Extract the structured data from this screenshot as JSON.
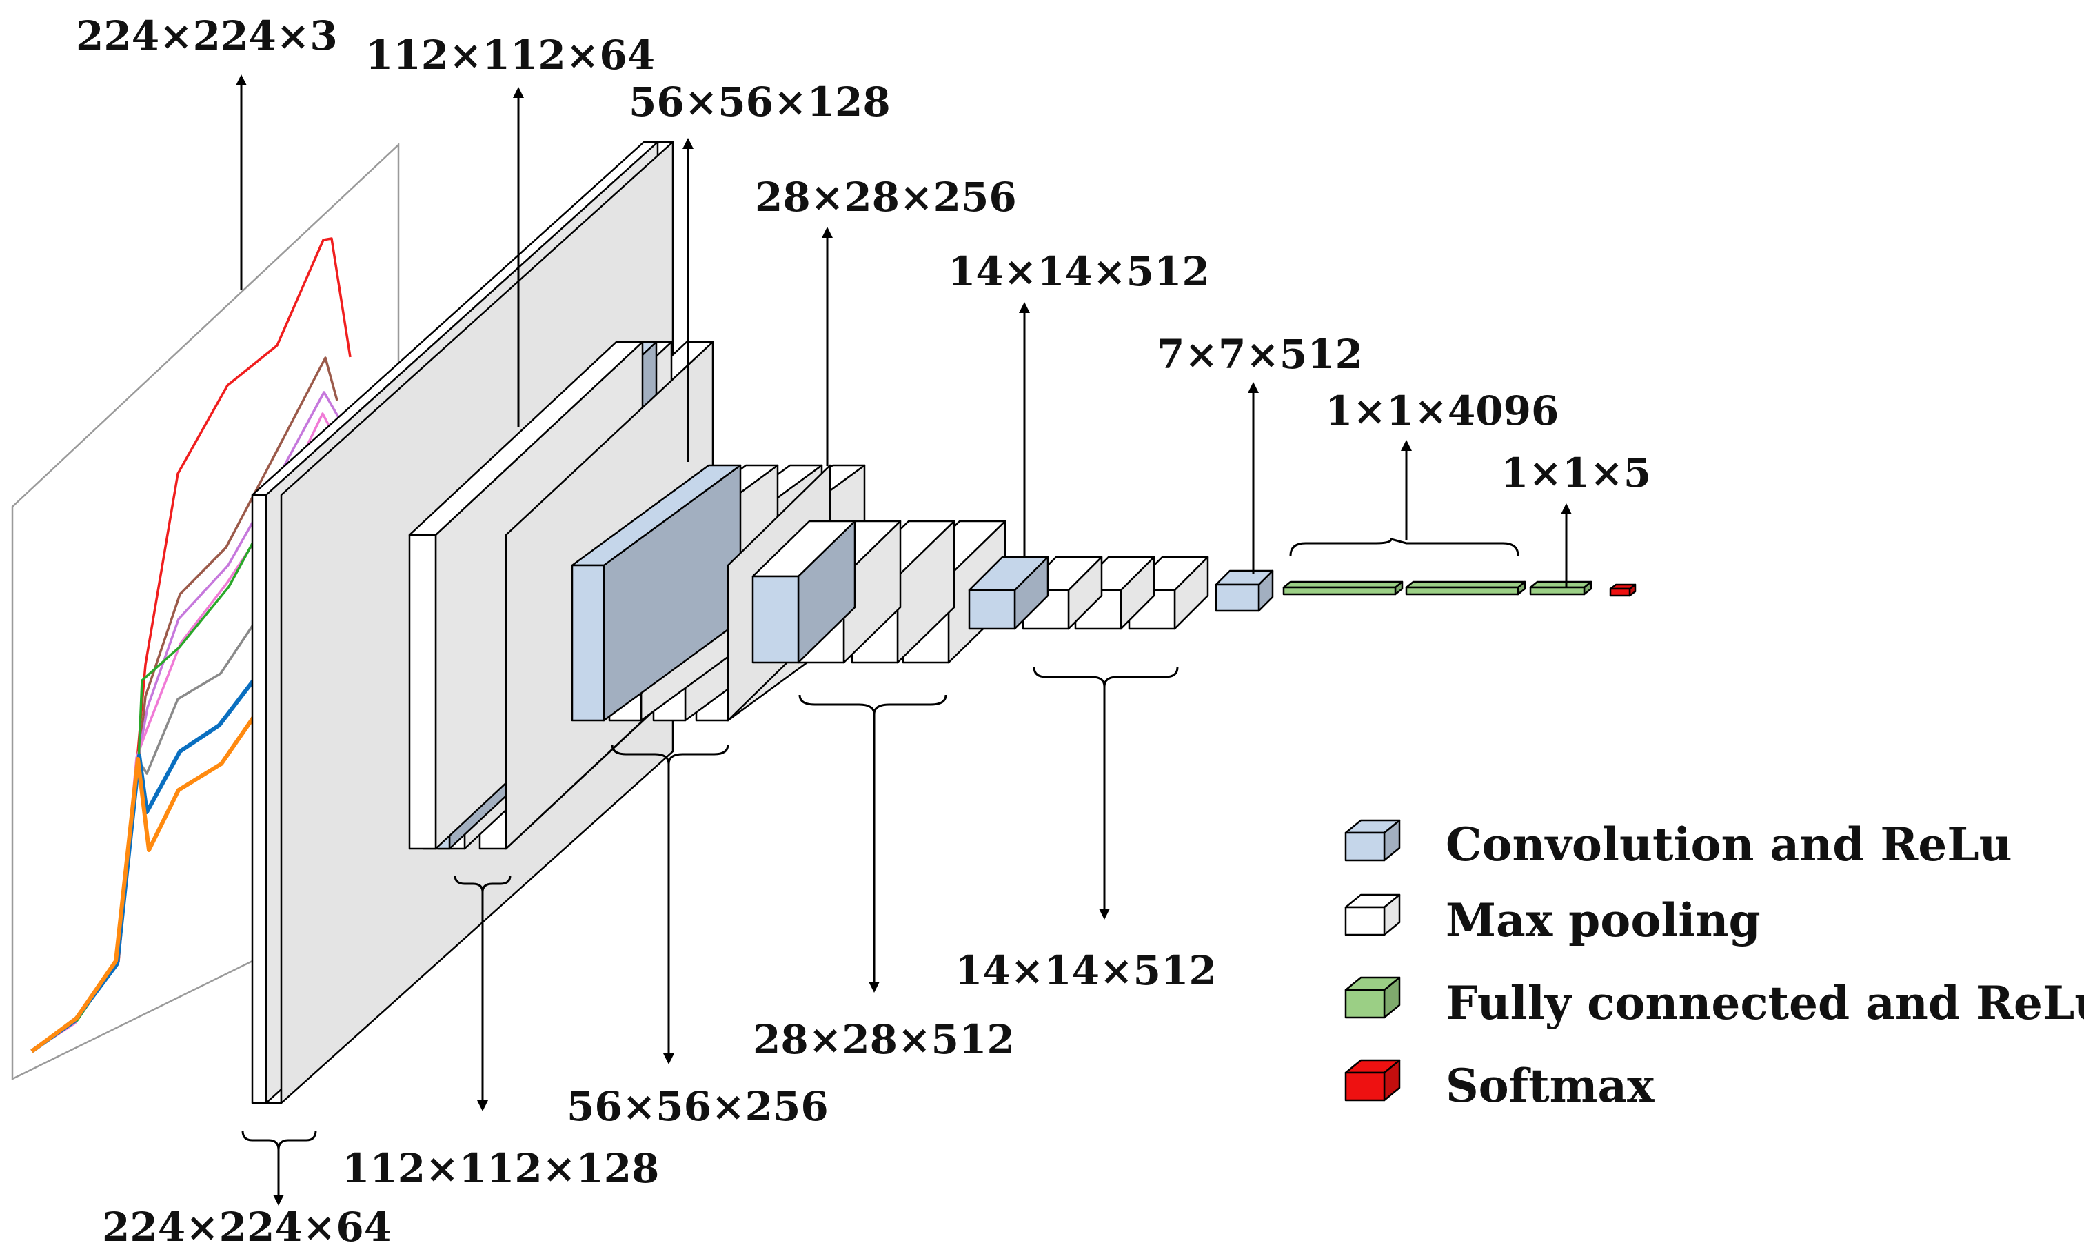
{
  "colors": {
    "convolution": "#c5d6ea",
    "max_pooling": "#ffffff",
    "fully_connected": "#9bcf85",
    "softmax": "#ee1111",
    "panel_gray": "#e4e4e4"
  },
  "input_chart_series_colors": [
    "#f01e1e",
    "#9b5a4a",
    "#c678dc",
    "#f07ad6",
    "#2aa82a",
    "#8a8a8a",
    "#0a6fc0",
    "#ff8a10"
  ],
  "dimensions": {
    "input": "224×224×3",
    "conv1": "224×224×64",
    "pool1": "112×112×64",
    "conv2": "112×112×128",
    "pool2": "56×56×128",
    "conv3": "56×56×256",
    "pool3": "28×28×256",
    "conv4": "28×28×512",
    "pool4": "14×14×512",
    "conv5": "14×14×512",
    "pool5": "7×7×512",
    "fc": "1×1×4096",
    "output": "1×1×5"
  },
  "legend": {
    "convolution": "Convolution and ReLu",
    "max_pooling": "Max pooling",
    "fully_connected": "Fully connected and ReLu",
    "softmax": "Softmax"
  }
}
